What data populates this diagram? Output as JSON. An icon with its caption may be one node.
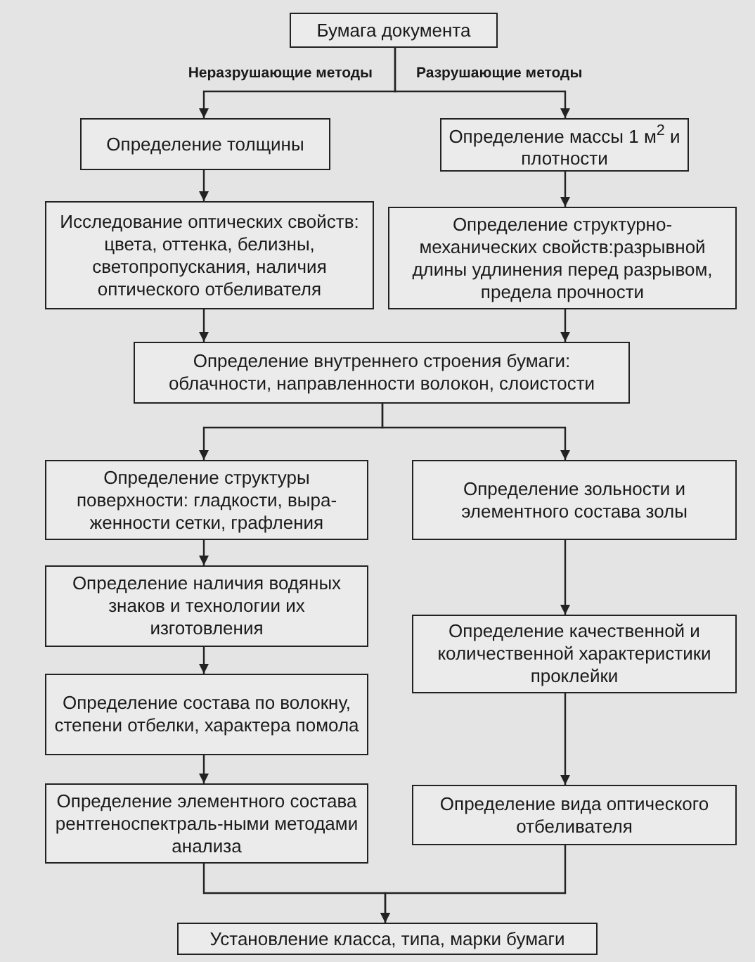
{
  "diagram": {
    "nodes": [
      {
        "text": [
          "Бумага документа"
        ]
      },
      {
        "text": [
          "Определение толщины"
        ]
      },
      {
        "text": [
          "Определение массы 1 м$^{2}$ и плотности"
        ]
      },
      {
        "text": [
          "Исследование оптических свойств: цвета, оттенка, белизны, светопропускания, наличия оптического отбеливателя"
        ]
      },
      {
        "text": [
          "Определение структурно-механических свойств:разрывной длины удлинения перед разрывом, предела прочности"
        ]
      },
      {
        "text": [
          "Определение внутреннего строения бумаги: облачности, направленности волокон, слоистости"
        ]
      },
      {
        "text": [
          "Определение структуры поверхности: гладкости, выра-женности сетки, графления"
        ]
      },
      {
        "text": [
          "Определение зольности и элементного состава золы"
        ]
      },
      {
        "text": [
          "Определение наличия водяных знаков и технологии их изготовления"
        ]
      },
      {
        "text": [
          "Определение качественной и количественной характеристики проклейки"
        ]
      },
      {
        "text": [
          "Определение состава по волокну, степени отбелки, характера помола"
        ]
      },
      {
        "text": [
          "Определение элементного состава рентгеноспектраль-ными методами анализа"
        ]
      },
      {
        "text": [
          "Определение вида оптического отбеливателя"
        ]
      },
      {
        "text": [
          "Установление класса, типа, марки бумаги"
        ]
      }
    ],
    "edges": [
      {
        "from": 0,
        "to": 1,
        "arrow": "to",
        "label": "Неразрушающие методы"
      },
      {
        "from": 0,
        "to": 2,
        "arrow": "to",
        "label": "Разрушающие методы"
      },
      {
        "from": 1,
        "to": 3,
        "arrow": "to"
      },
      {
        "from": 2,
        "to": 4,
        "arrow": "to"
      },
      {
        "from": 3,
        "to": 5,
        "arrow": "to"
      },
      {
        "from": 4,
        "to": 5,
        "arrow": "to"
      },
      {
        "from": 5,
        "to": 6,
        "arrow": "to"
      },
      {
        "from": 5,
        "to": 7,
        "arrow": "to"
      },
      {
        "from": 6,
        "to": 8,
        "arrow": "to"
      },
      {
        "from": 7,
        "to": 9,
        "arrow": "to"
      },
      {
        "from": 8,
        "to": 10,
        "arrow": "to"
      },
      {
        "from": 9,
        "to": 12,
        "arrow": "to"
      },
      {
        "from": 10,
        "to": 11,
        "arrow": "to"
      },
      {
        "from": 11,
        "to": 13,
        "arrow": "to"
      },
      {
        "from": 12,
        "to": 13,
        "arrow": "to"
      }
    ]
  }
}
